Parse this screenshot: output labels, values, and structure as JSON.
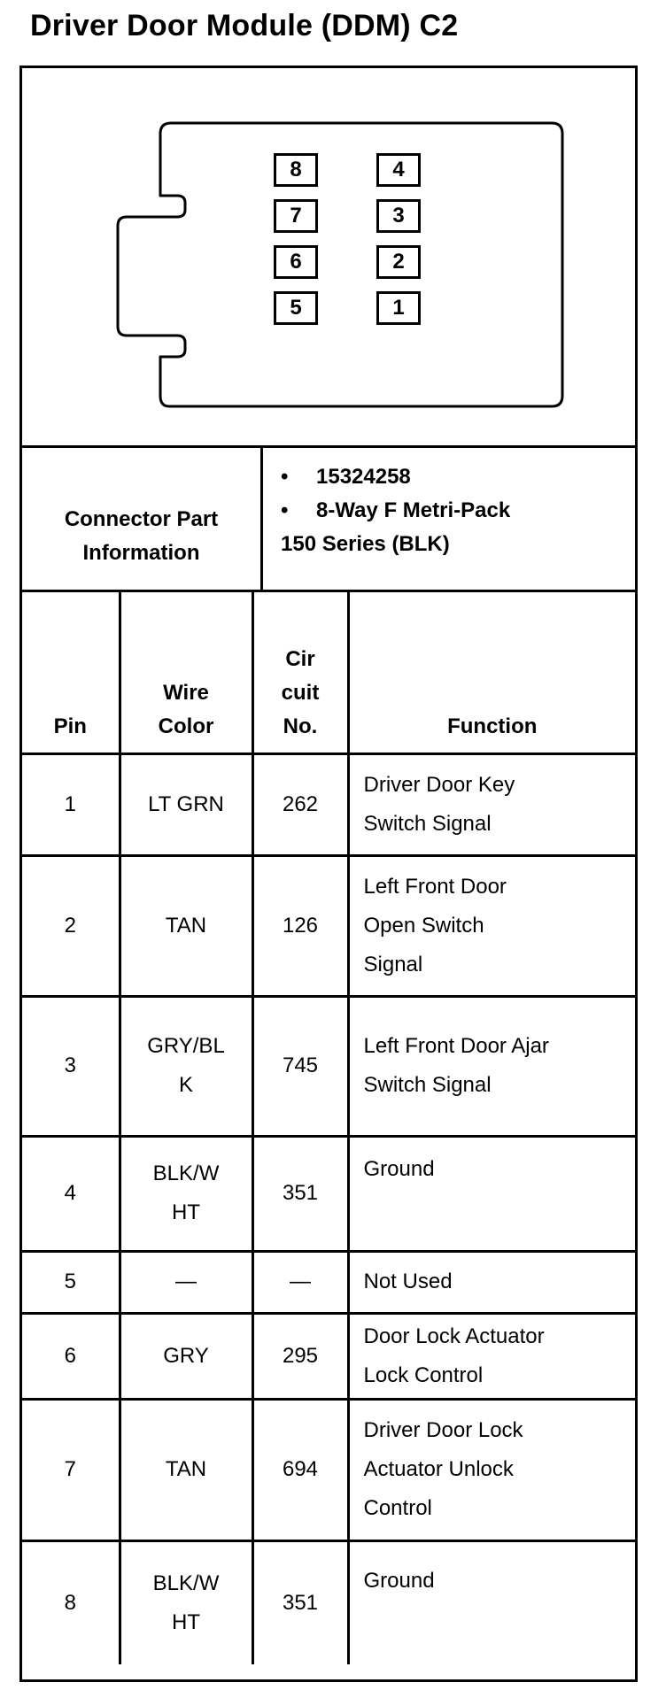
{
  "title": "Driver Door Module (DDM) C2",
  "connector_pins": [
    "8",
    "4",
    "7",
    "3",
    "6",
    "2",
    "5",
    "1"
  ],
  "connector_info": {
    "label": "Connector Part Information",
    "bullet": "•",
    "part_number": "15324258",
    "description_line1": "8-Way F Metri-Pack",
    "description_line2": "150 Series (BLK)"
  },
  "headers": {
    "pin": "Pin",
    "wire_color": "Wire Color",
    "circuit_no": "Cir cuit No.",
    "function": "Function"
  },
  "rows": [
    {
      "pin": "1",
      "wire_color": "LT GRN",
      "circuit": "262",
      "function": "Driver Door Key Switch Signal"
    },
    {
      "pin": "2",
      "wire_color": "TAN",
      "circuit": "126",
      "function": "Left Front Door Open Switch Signal"
    },
    {
      "pin": "3",
      "wire_color": "GRY/BLK",
      "circuit": "745",
      "function": "Left Front Door Ajar Switch Signal"
    },
    {
      "pin": "4",
      "wire_color": "BLK/WHT",
      "circuit": "351",
      "function": "Ground"
    },
    {
      "pin": "5",
      "wire_color": "—",
      "circuit": "—",
      "function": "Not Used"
    },
    {
      "pin": "6",
      "wire_color": "GRY",
      "circuit": "295",
      "function": "Door Lock Actuator Lock Control"
    },
    {
      "pin": "7",
      "wire_color": "TAN",
      "circuit": "694",
      "function": "Driver Door Lock Actuator Unlock Control"
    },
    {
      "pin": "8",
      "wire_color": "BLK/WHT",
      "circuit": "351",
      "function": "Ground"
    }
  ]
}
